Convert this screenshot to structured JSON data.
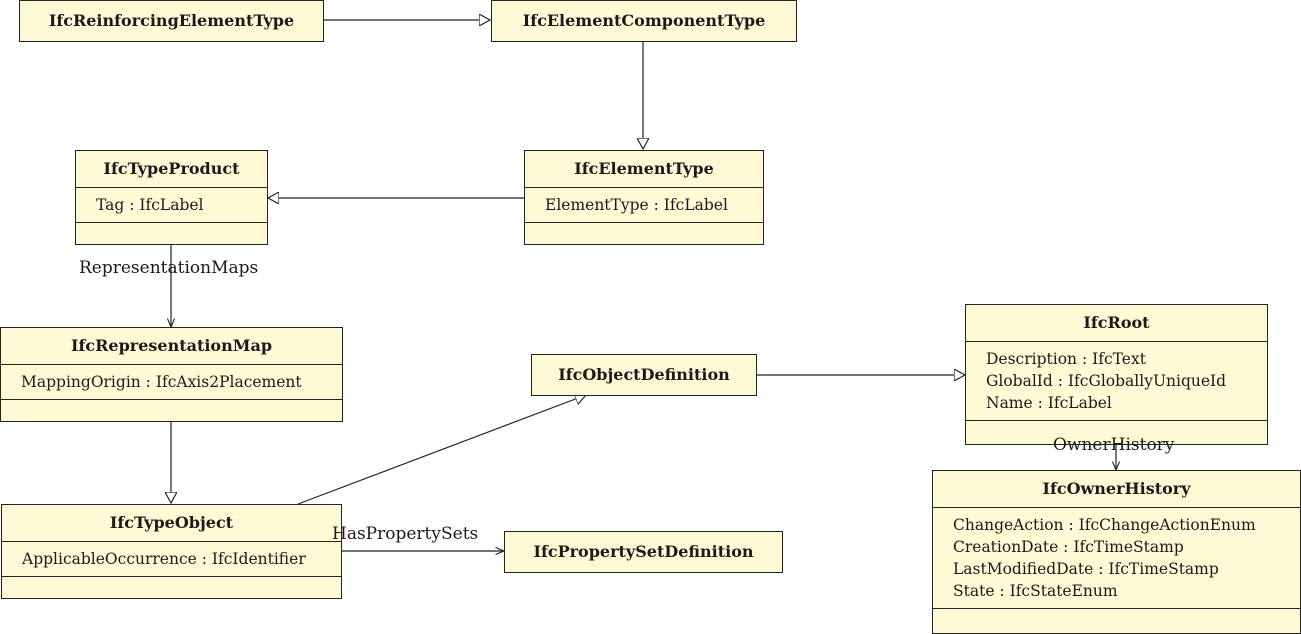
{
  "classes": {
    "reinforcing_element_type": {
      "name": "IfcReinforcingElementType"
    },
    "element_component_type": {
      "name": "IfcElementComponentType"
    },
    "type_product": {
      "name": "IfcTypeProduct",
      "attributes": [
        "Tag : IfcLabel"
      ]
    },
    "element_type": {
      "name": "IfcElementType",
      "attributes": [
        "ElementType : IfcLabel"
      ]
    },
    "representation_map": {
      "name": "IfcRepresentationMap",
      "attributes": [
        "MappingOrigin : IfcAxis2Placement"
      ]
    },
    "object_definition": {
      "name": "IfcObjectDefinition"
    },
    "root": {
      "name": "IfcRoot",
      "attributes": [
        "Description : IfcText",
        "GlobalId : IfcGloballyUniqueId",
        "Name : IfcLabel"
      ]
    },
    "type_object": {
      "name": "IfcTypeObject",
      "attributes": [
        "ApplicableOccurrence : IfcIdentifier"
      ]
    },
    "property_set_definition": {
      "name": "IfcPropertySetDefinition"
    },
    "owner_history": {
      "name": "IfcOwnerHistory",
      "attributes": [
        "ChangeAction : IfcChangeActionEnum",
        "CreationDate : IfcTimeStamp",
        "LastModifiedDate : IfcTimeStamp",
        "State : IfcStateEnum"
      ]
    }
  },
  "associations": {
    "representation_maps": "RepresentationMaps",
    "has_property_sets": "HasPropertySets",
    "owner_history": "OwnerHistory"
  }
}
